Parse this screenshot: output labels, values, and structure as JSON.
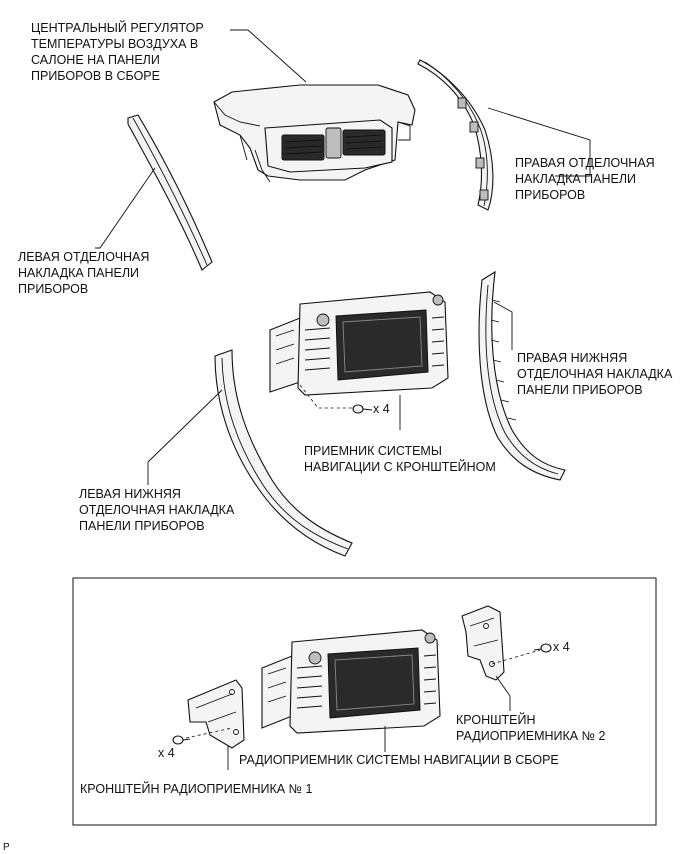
{
  "labels": {
    "center_register": [
      "ЦЕНТРАЛЬНЫЙ РЕГУЛЯТОР",
      "ТЕМПЕРАТУРЫ ВОЗДУХА В",
      "САЛОНЕ НА ПАНЕЛИ",
      "ПРИБОРОВ В СБОРЕ"
    ],
    "right_trim": [
      "ПРАВАЯ ОТДЕЛОЧНАЯ",
      "НАКЛАДКА ПАНЕЛИ",
      "ПРИБОРОВ"
    ],
    "left_trim": [
      "ЛЕВАЯ ОТДЕЛОЧНАЯ",
      "НАКЛАДКА ПАНЕЛИ",
      "ПРИБОРОВ"
    ],
    "right_lower_trim": [
      "ПРАВАЯ НИЖНЯЯ",
      "ОТДЕЛОЧНАЯ НАКЛАДКА",
      "ПАНЕЛИ ПРИБОРОВ"
    ],
    "nav_receiver_bracket": [
      "ПРИЕМНИК СИСТЕМЫ",
      "НАВИГАЦИИ С КРОНШТЕЙНОМ"
    ],
    "left_lower_trim": [
      "ЛЕВАЯ НИЖНЯЯ",
      "ОТДЕЛОЧНАЯ НАКЛАДКА",
      "ПАНЕЛИ ПРИБОРОВ"
    ],
    "radio_bracket_2": [
      "КРОНШТЕЙН",
      "РАДИОПРИЕМНИКА № 2"
    ],
    "nav_radio_assembly": [
      "РАДИОПРИЕМНИК СИСТЕМЫ НАВИГАЦИИ В СБОРЕ"
    ],
    "radio_bracket_1": [
      "КРОНШТЕЙН РАДИОПРИЕМНИКА № 1"
    ]
  },
  "quantities": {
    "top_screws": "x 4",
    "right_screws": "x 4",
    "left_screws": "x 4"
  },
  "footer_mark": "P"
}
